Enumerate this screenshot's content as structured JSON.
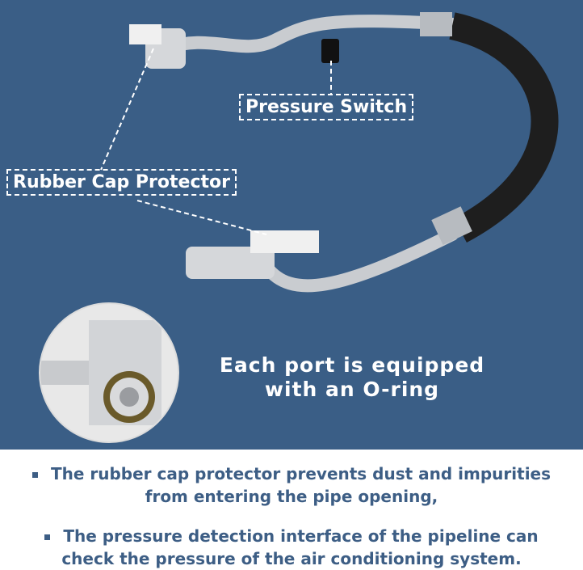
{
  "labels": {
    "pressure_switch": "Pressure Switch",
    "rubber_cap": "Rubber Cap Protector"
  },
  "feature": {
    "line1": "Each port is equipped",
    "line2": "with an O-ring"
  },
  "bullets": [
    {
      "line1": "The rubber cap protector prevents dust and impurities",
      "line2": "from entering the pipe opening,"
    },
    {
      "line1": "The pressure detection interface of the pipeline can",
      "line2": "check the pressure of the air conditioning system."
    }
  ],
  "colors": {
    "background": "#3a5e86",
    "text_blue": "#3d5e85",
    "panel": "#ffffff"
  }
}
